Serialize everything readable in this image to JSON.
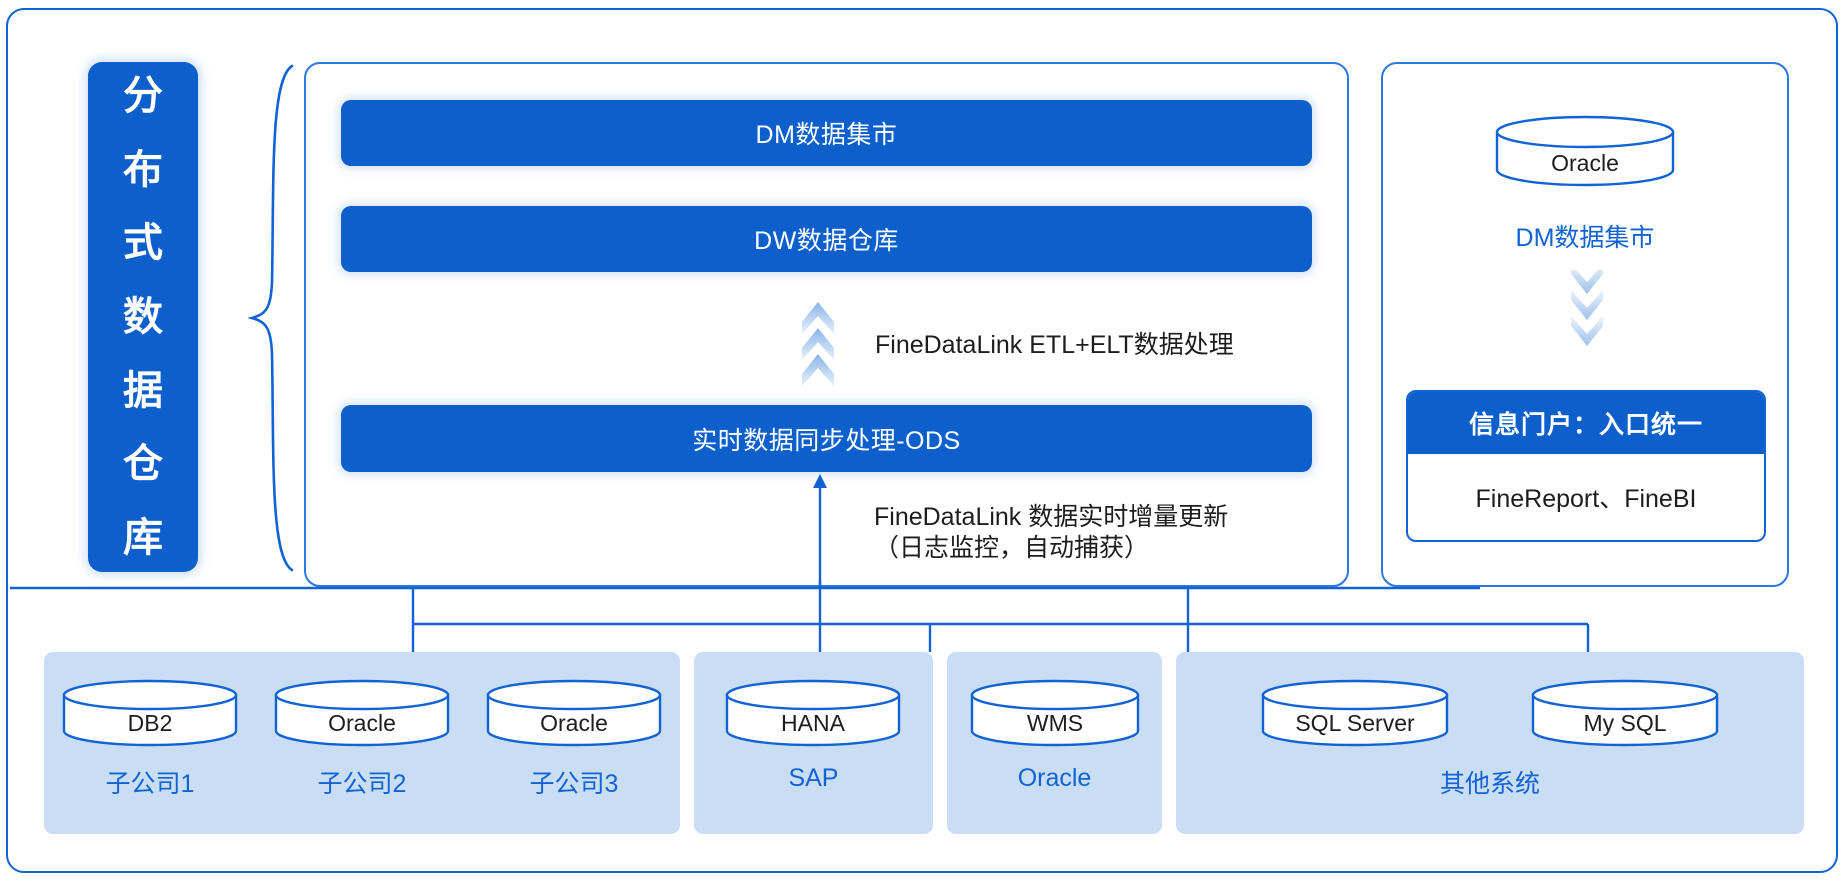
{
  "title_vertical": {
    "text": "分布式数据仓库",
    "chars": [
      "分",
      "布",
      "式",
      "数",
      "据",
      "仓",
      "库"
    ]
  },
  "warehouse": {
    "layers": [
      {
        "id": "dm",
        "label": "DM数据集市"
      },
      {
        "id": "dw",
        "label": "DW数据仓库"
      },
      {
        "id": "ods",
        "label": "实时数据同步处理-ODS"
      }
    ],
    "etl_note": "FineDataLink ETL+ELT数据处理",
    "incremental_note_line1": "FineDataLink 数据实时增量更新",
    "incremental_note_line2": "（日志监控，自动捕获）"
  },
  "application": {
    "db": "Oracle",
    "db_caption": "DM数据集市",
    "portal_header": "信息门户：入口统一",
    "portal_body": "FineReport、FineBI"
  },
  "sources": [
    {
      "group_label": "子公司1",
      "databases": [
        "DB2"
      ]
    },
    {
      "group_label": "子公司2",
      "databases": [
        "Oracle"
      ]
    },
    {
      "group_label": "子公司3",
      "databases": [
        "Oracle"
      ]
    },
    {
      "group_label": "SAP",
      "databases": [
        "HANA"
      ]
    },
    {
      "group_label": "Oracle",
      "databases": [
        "WMS"
      ]
    },
    {
      "group_label": "其他系统",
      "databases": [
        "SQL Server",
        "My SQL"
      ]
    }
  ],
  "colors": {
    "brand_blue": "#0d5fcc",
    "line_blue": "#1163d4",
    "panel_border": "#2a79df",
    "source_bg": "#c9ddf5",
    "text_dark": "#1d1d1f"
  }
}
